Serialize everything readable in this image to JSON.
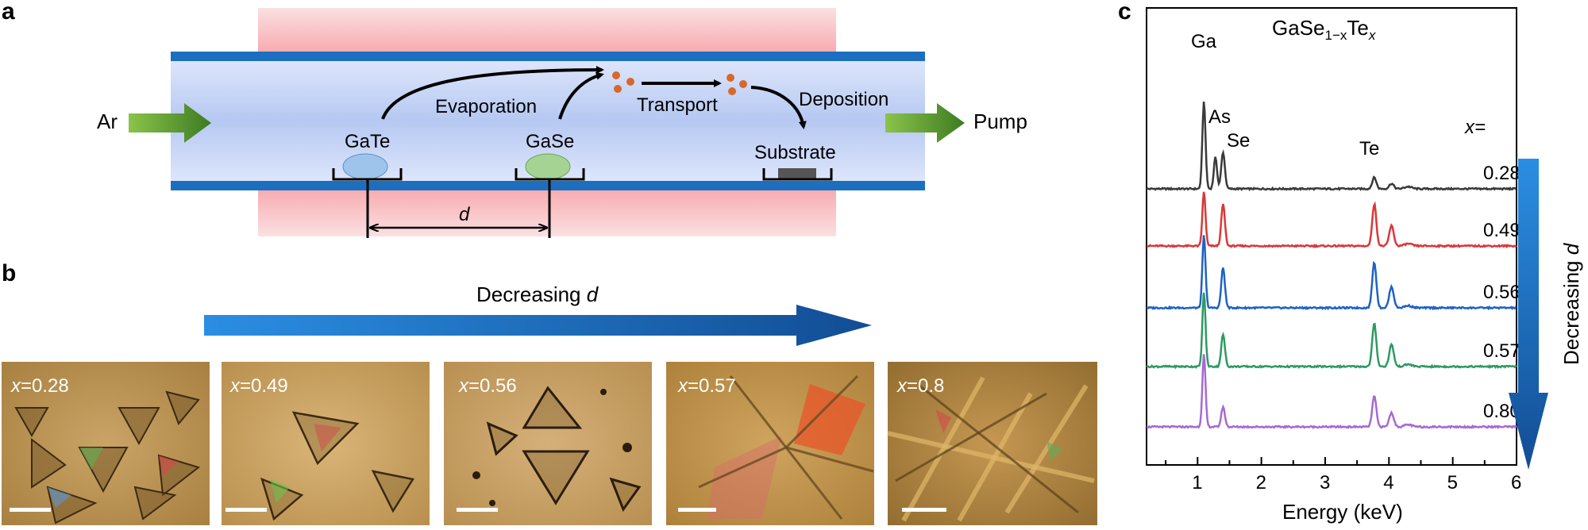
{
  "panel_a": {
    "label": "a",
    "inlet": "Ar",
    "outlet": "Pump",
    "source_1": "GaTe",
    "source_2": "GaSe",
    "substrate": "Substrate",
    "step_1": "Evaporation",
    "step_2": "Transport",
    "step_3": "Deposition",
    "distance_label": "d",
    "colors": {
      "tube": "#c3d2f5",
      "tube_wall": "#1c6fbe",
      "heater": "#f8b8bd",
      "arrow": "#4b8c2a",
      "source_1": "#9fc4ec",
      "source_2": "#a4d394",
      "particle": "#d8672a"
    }
  },
  "panel_b": {
    "label": "b",
    "trend_prefix": "Decreasing ",
    "trend_var": "d",
    "images": [
      {
        "var": "x",
        "value": "=0.28"
      },
      {
        "var": "x",
        "value": "=0.49"
      },
      {
        "var": "x",
        "value": "=0.56"
      },
      {
        "var": "x",
        "value": "=0.57"
      },
      {
        "var": "x",
        "value": "=0.8"
      }
    ]
  },
  "panel_c": {
    "label": "c",
    "trend_prefix": "Decreasing ",
    "trend_var": "d",
    "chart_data": {
      "type": "line",
      "title_parts": {
        "base": "GaSe",
        "sub": "1−x",
        "mid": "Te",
        "sub2": "x"
      },
      "xlabel": "Energy (keV)",
      "xlim": [
        0.2,
        6
      ],
      "xticks": [
        1,
        2,
        3,
        4,
        5,
        6
      ],
      "y_axis_ticks": "none",
      "series_header": "x=",
      "peak_labels": [
        "Ga",
        "As",
        "Se",
        "Te"
      ],
      "series": [
        {
          "name": "0.28",
          "color": "#3a3a3a",
          "baseline": 0,
          "peaks": {
            "Ga": 10.0,
            "As": 3.6,
            "Se": 4.2,
            "Te": 1.3,
            "Te2": 0.6
          }
        },
        {
          "name": "0.49",
          "color": "#d9383a",
          "baseline": 0,
          "peaks": {
            "Ga": 6.2,
            "As": 0,
            "Se": 4.8,
            "Te": 4.8,
            "Te2": 2.3
          }
        },
        {
          "name": "0.56",
          "color": "#1f62c4",
          "baseline": 0,
          "peaks": {
            "Ga": 8.3,
            "As": 0,
            "Se": 4.6,
            "Te": 5.2,
            "Te2": 2.4
          }
        },
        {
          "name": "0.57",
          "color": "#2e9a62",
          "baseline": 0,
          "peaks": {
            "Ga": 8.5,
            "As": 0,
            "Se": 3.7,
            "Te": 4.9,
            "Te2": 2.5
          }
        },
        {
          "name": "0.80",
          "color": "#a66ad3",
          "baseline": 0,
          "peaks": {
            "Ga": 8.3,
            "As": 0,
            "Se": 2.3,
            "Te": 3.5,
            "Te2": 1.6
          }
        }
      ]
    }
  }
}
